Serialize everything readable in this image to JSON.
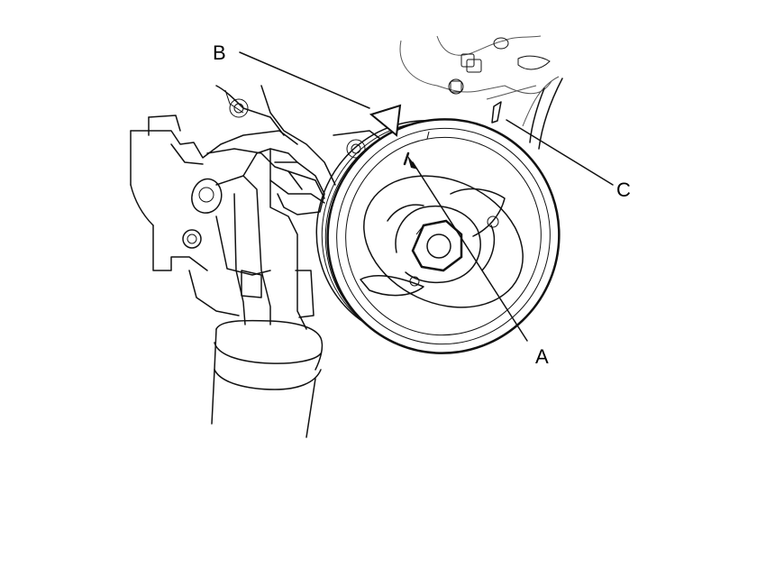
{
  "callouts": {
    "a": {
      "label": "A"
    },
    "b": {
      "label": "B"
    },
    "c": {
      "label": "C"
    }
  },
  "colors": {
    "line": "#111111",
    "background": "#ffffff"
  }
}
